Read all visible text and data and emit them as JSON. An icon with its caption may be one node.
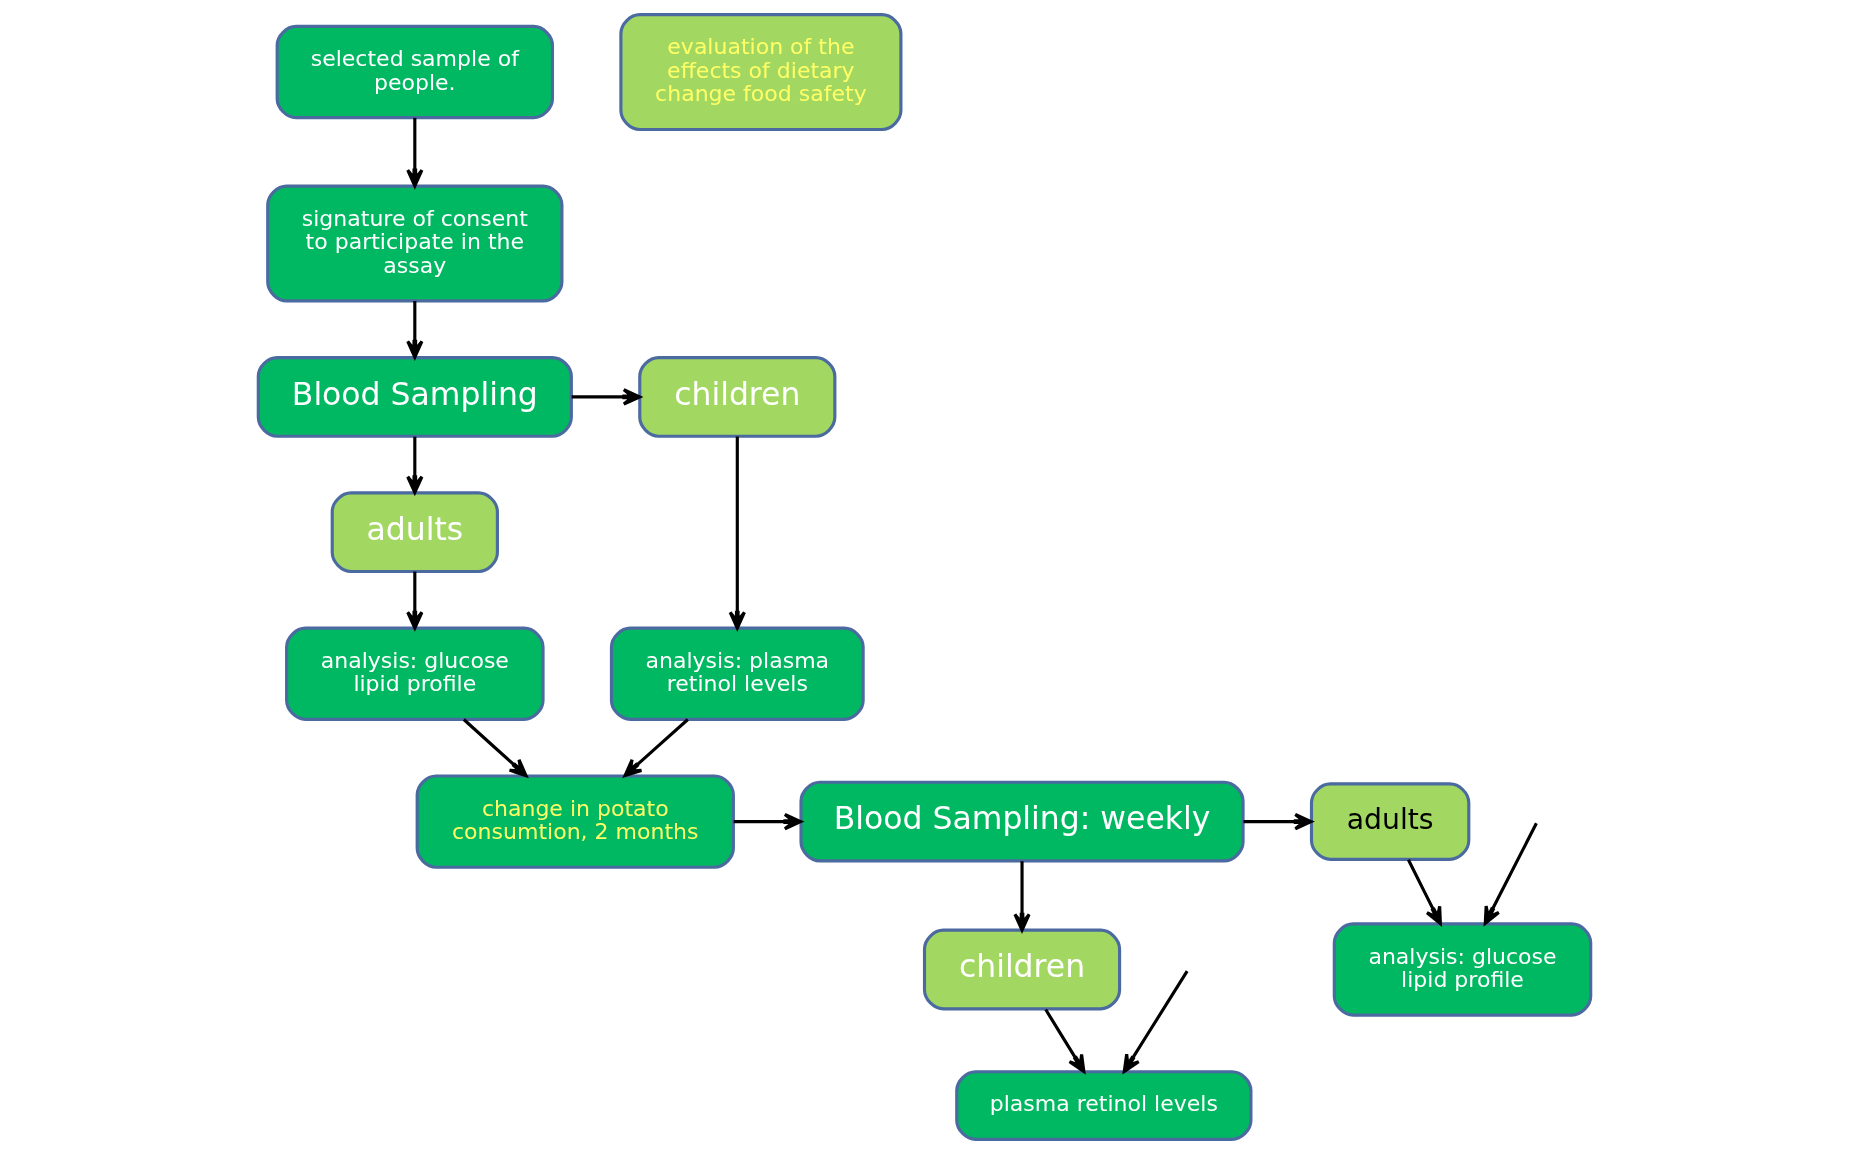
{
  "diagram": {
    "nodes": [
      {
        "text": [
          "selected sample of people."
        ]
      },
      {
        "text": [
          "signature of consent to participate in the assay"
        ]
      },
      {
        "text": [
          "Blood Sampling"
        ]
      },
      {
        "text": [
          "children"
        ]
      },
      {
        "text": [
          "adults"
        ]
      },
      {
        "text": [
          "analysis: plasma retinol levels"
        ]
      },
      {
        "text": [
          "analysis: glucose lipid profile"
        ]
      },
      {
        "text": [
          "change in potato consumtion, 2 months"
        ]
      },
      {
        "text": [
          "evaluation of the effects of dietary change food safety"
        ]
      },
      {
        "text": [
          "plasma retinol levels"
        ]
      },
      {
        "text": [
          "children"
        ]
      },
      {
        "text": [
          "Blood Sampling: weekly"
        ]
      },
      {
        "text": [
          "analysis: glucose lipid profile"
        ]
      },
      {
        "text": [
          "adults"
        ]
      }
    ],
    "edges": [
      {
        "from": 0,
        "to": 1,
        "arrow": "to"
      },
      {
        "from": 1,
        "to": 2,
        "arrow": "to"
      },
      {
        "from": 2,
        "to": 3,
        "arrow": "to"
      },
      {
        "from": 2,
        "to": 4,
        "arrow": "to"
      },
      {
        "from": 3,
        "to": 5,
        "arrow": "to"
      },
      {
        "from": 4,
        "to": 6,
        "arrow": "to"
      },
      {
        "from": 6,
        "to": 7,
        "arrow": "to"
      },
      {
        "from": 5,
        "to": 7,
        "arrow": "to"
      },
      {
        "from": 7,
        "to": 11,
        "arrow": "to"
      },
      {
        "from": 11,
        "to": 10,
        "arrow": "to"
      },
      {
        "from": 10,
        "to": 9,
        "arrow": "to"
      },
      {
        "from": 11,
        "to": 13,
        "arrow": "to"
      },
      {
        "from": 13,
        "to": 12,
        "arrow": "to"
      },
      {
        "from": null,
        "to": 9,
        "arrow": "to"
      },
      {
        "from": null,
        "to": 12,
        "arrow": "to"
      }
    ]
  }
}
